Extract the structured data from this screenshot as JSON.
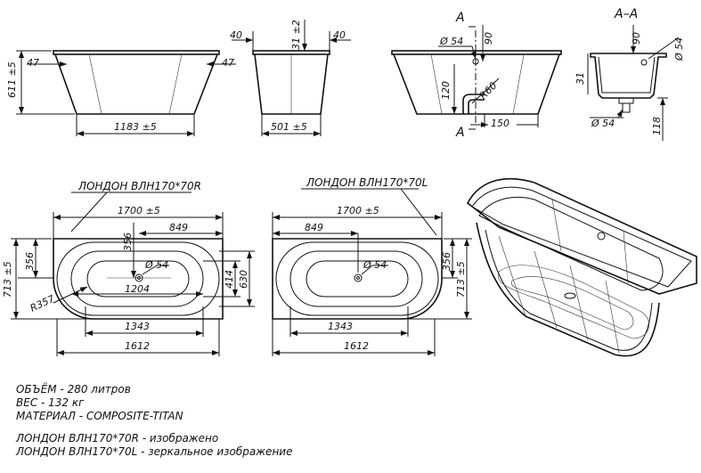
{
  "side_view": {
    "d_47_left": "47",
    "d_47_right": "47",
    "d_611": "611 ±5",
    "d_1183": "1183 ±5"
  },
  "end_view": {
    "d_40_left": "40",
    "d_31": "31 ±2",
    "d_40_right": "40",
    "d_501": "501 ±5"
  },
  "drain_view": {
    "a_top": "A",
    "a_bottom": "A",
    "d_54": "Ø 54",
    "d_90": "90",
    "d_120": "120",
    "d_r60": "R60",
    "d_150": "150"
  },
  "section_view": {
    "title": "A–A",
    "d_90": "90",
    "d_54_top": "Ø 54",
    "d_31": "31",
    "d_54_bottom": "Ø 54",
    "d_118": "118"
  },
  "plan_r": {
    "model": "ЛОНДОН ВЛН170*70R",
    "d_1700": "1700 ±5",
    "d_356_top": "356",
    "d_849": "849",
    "d_356_side": "356",
    "d_54": "Ø 54",
    "d_713": "713 ±5",
    "d_414": "414",
    "d_630": "630",
    "d_r357": "R357",
    "d_1204": "1204",
    "d_1343": "1343",
    "d_1612": "1612"
  },
  "plan_l": {
    "model": "ЛОНДОН ВЛН170*70L",
    "d_1700": "1700 ±5",
    "d_849": "849",
    "d_356": "356",
    "d_54": "Ø 54",
    "d_713": "713 ±5",
    "d_1343": "1343",
    "d_1612": "1612"
  },
  "notes": {
    "volume": "ОБЪЁМ - 280 литров",
    "weight": "ВЕС - 132 кг",
    "material": "МАТЕРИАЛ - COMPOSITE-TITAN",
    "model_r": "ЛОНДОН ВЛН170*70R - изображено",
    "model_l": "ЛОНДОН ВЛН170*70L - зеркальное изображение"
  }
}
